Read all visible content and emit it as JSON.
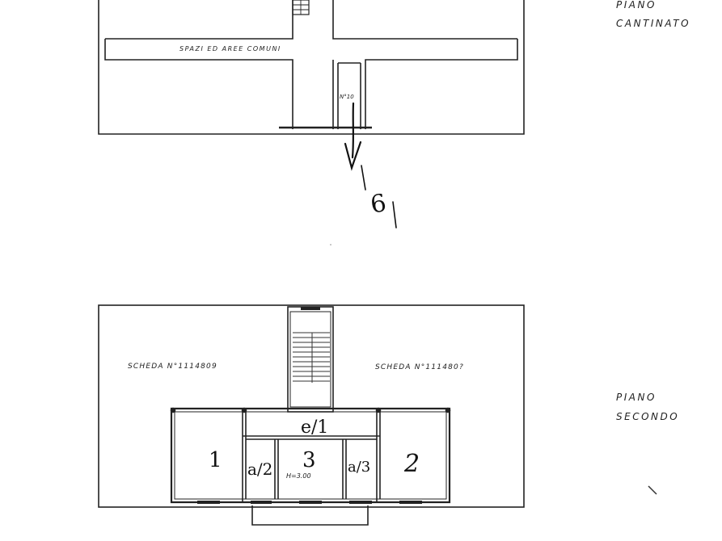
{
  "floors": {
    "basement": {
      "label_line1": "PIANO",
      "label_line2": "CANTINATO",
      "corridor_label": "SPAZI ED AREE COMUNI",
      "room_note": "N°10",
      "annotation": "6"
    },
    "second": {
      "label_line1": "PIANO",
      "label_line2": "SECONDO",
      "sheet_left": "SCHEDA N°1114809",
      "sheet_right": "SCHEDA N°111480?",
      "room_1": "1",
      "room_2": "2",
      "room_3": "3",
      "room_3_height": "H=3.00",
      "sub_left": "a/2",
      "sub_right": "a/3",
      "corridor_mark": "e/1"
    }
  }
}
